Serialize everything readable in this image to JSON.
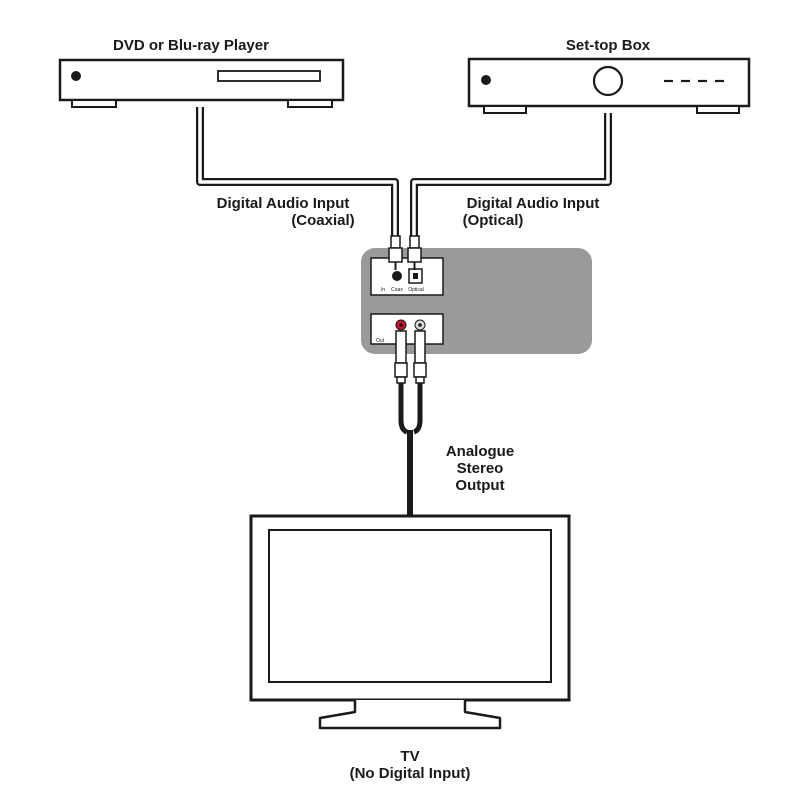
{
  "devices": {
    "dvd_player": {
      "label": "DVD or Blu-ray Player"
    },
    "set_top_box": {
      "label": "Set-top Box"
    },
    "converter": {
      "input_labels": {
        "in": "In",
        "coax": "Coax",
        "optical": "Optical"
      },
      "output_label": "Out"
    },
    "tv": {
      "label": "TV",
      "sublabel": "(No Digital Input)"
    }
  },
  "connections": {
    "coaxial": {
      "line1": "Digital Audio Input",
      "line2": "(Coaxial)"
    },
    "optical": {
      "line1": "Digital Audio Input",
      "line2": "(Optical)"
    },
    "analogue": {
      "line1": "Analogue",
      "line2": "Stereo",
      "line3": "Output"
    }
  },
  "colors": {
    "outline": "#1a1a1a",
    "converter_panel": "#9a9a9a",
    "rca_red": "#c8102e",
    "rca_white": "#d9d9d9"
  }
}
